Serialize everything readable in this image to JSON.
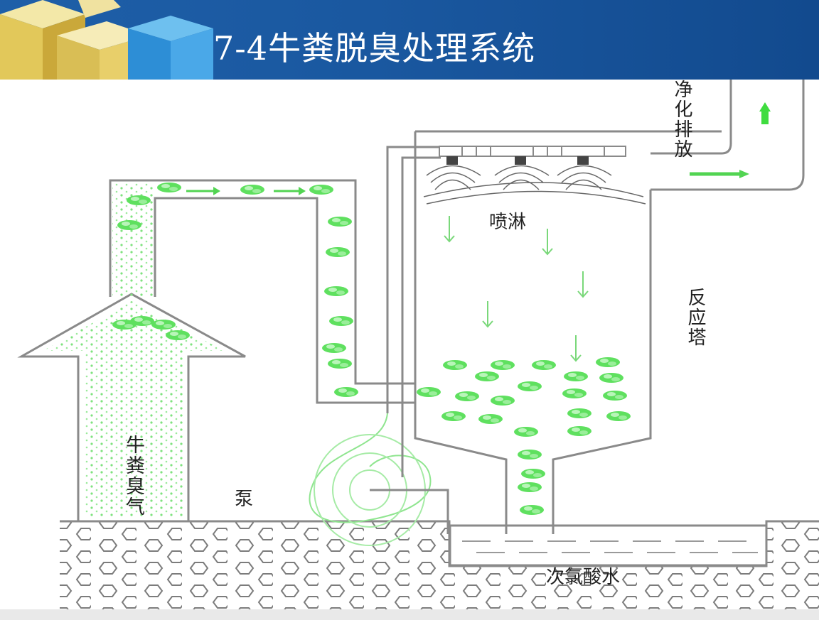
{
  "title": "7-4牛粪脱臭处理系统",
  "labels": {
    "clean_exhaust": "净化排放",
    "spray": "喷淋",
    "reaction_tower": "反应塔",
    "manure_odor": "牛粪臭气",
    "pump": "泵",
    "hypochlorous": "次氯酸水"
  },
  "colors": {
    "banner": "#1a58a0",
    "line": "#8a8a8a",
    "gas_dots": "#3fdc3f",
    "arrow_green": "#52d452"
  },
  "icons": [
    "up-arrow-icon",
    "right-arrow-icon",
    "down-arrow-icon",
    "nozzle-icon",
    "pump-coil-icon"
  ]
}
